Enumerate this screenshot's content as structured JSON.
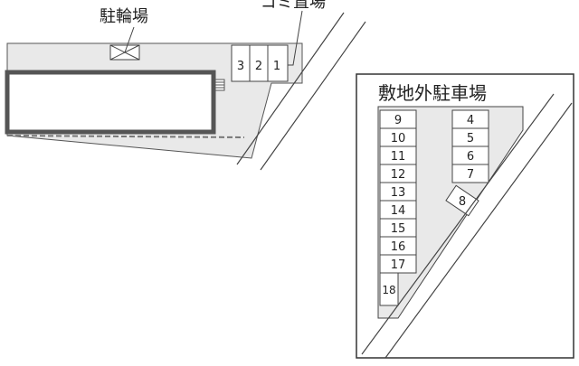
{
  "labels": {
    "bicycle_parking": "駐輪場",
    "garbage_area": "ゴミ置場",
    "offsite_parking": "敷地外駐車場"
  },
  "garbage_slots": [
    "3",
    "2",
    "1"
  ],
  "parking": {
    "left_column": [
      "9",
      "10",
      "11",
      "12",
      "13",
      "14",
      "15",
      "16",
      "17"
    ],
    "left_extra": "18",
    "right_column": [
      "4",
      "5",
      "6",
      "7"
    ],
    "angled": "8"
  },
  "colors": {
    "lot": "#e9e9e9",
    "building_border": "#555555",
    "line": "#333333",
    "text": "#222222"
  }
}
